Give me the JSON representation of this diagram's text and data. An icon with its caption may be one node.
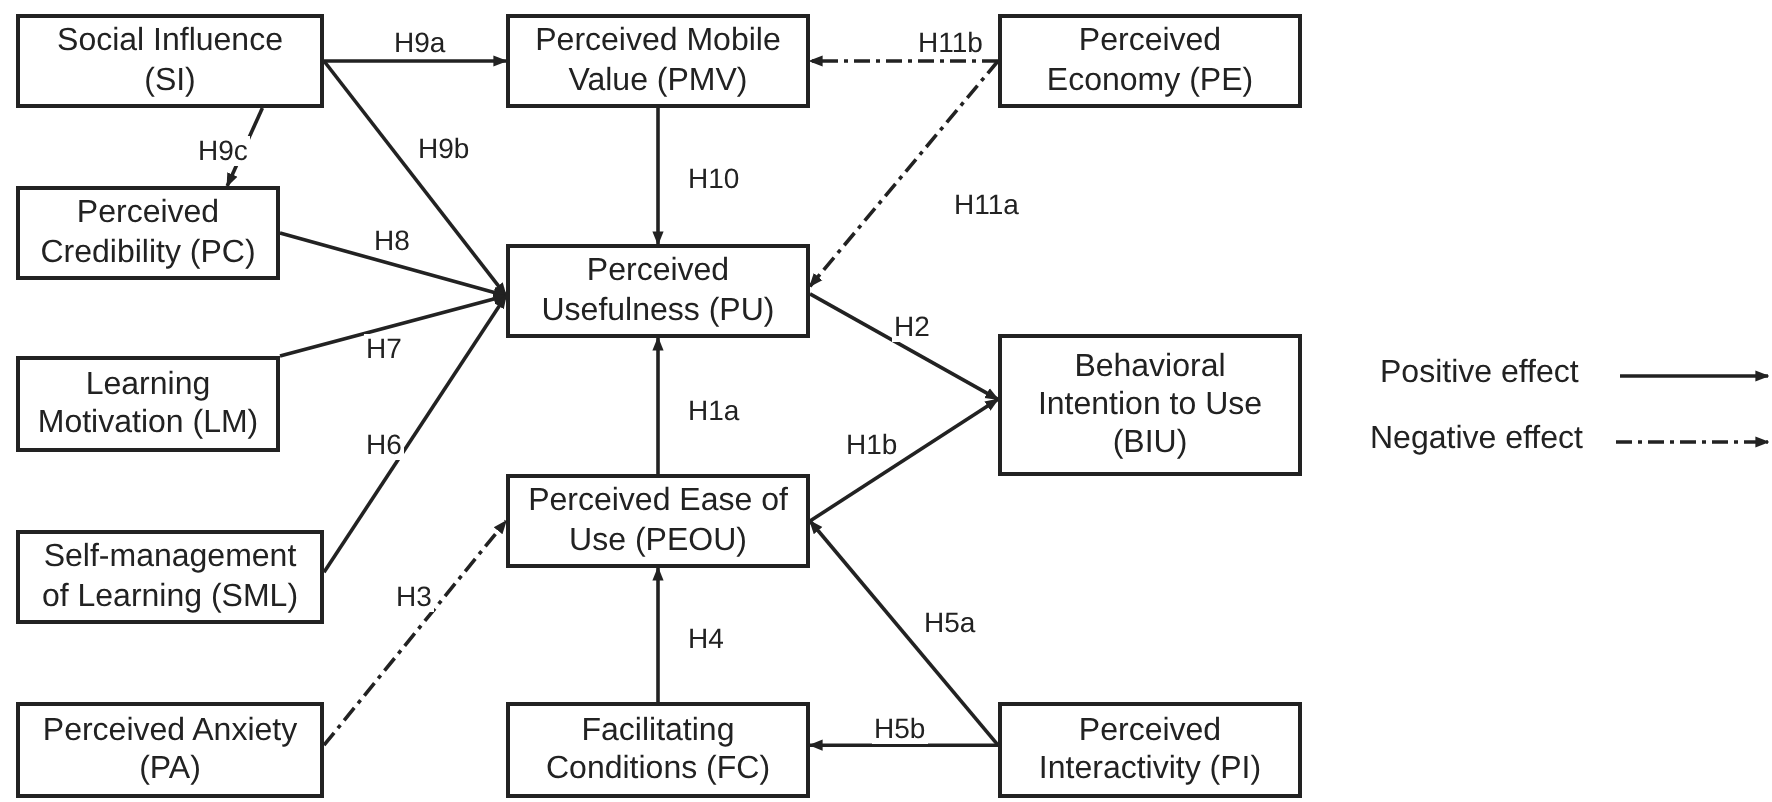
{
  "diagram": {
    "nodes": [
      {
        "text": [
          "Social Influence (SI)"
        ]
      },
      {
        "text": [
          "Perceived Mobile Value (PMV)"
        ]
      },
      {
        "text": [
          "Perceived Economy (PE)"
        ]
      },
      {
        "text": [
          "Perceived Credibility (PC)"
        ]
      },
      {
        "text": [
          "Perceived Usefulness (PU)"
        ]
      },
      {
        "text": [
          "Learning Motivation (LM)"
        ]
      },
      {
        "text": [
          "Behavioral Intention to Use (BIU)"
        ]
      },
      {
        "text": [
          "Perceived Ease of Use (PEOU)"
        ]
      },
      {
        "text": [
          "Self-management of Learning (SML)"
        ]
      },
      {
        "text": [
          "Perceived Anxiety (PA)"
        ]
      },
      {
        "text": [
          "Facilitating Conditions (FC)"
        ]
      },
      {
        "text": [
          "Perceived Interactivity (PI)"
        ]
      }
    ],
    "edges": [
      {
        "from": 0,
        "to": 1,
        "arrow": "to",
        "label": "H9a"
      },
      {
        "from": 2,
        "to": 1,
        "arrow": "to",
        "label": "H11b",
        "style": "dashed"
      },
      {
        "from": 0,
        "to": 3,
        "arrow": "to",
        "label": "H9c"
      },
      {
        "from": 0,
        "to": 4,
        "arrow": "to",
        "label": "H9b"
      },
      {
        "from": 1,
        "to": 4,
        "arrow": "to",
        "label": "H10"
      },
      {
        "from": 2,
        "to": 4,
        "arrow": "to",
        "label": "H11a",
        "style": "dashed"
      },
      {
        "from": 3,
        "to": 4,
        "arrow": "to",
        "label": "H8"
      },
      {
        "from": 5,
        "to": 4,
        "arrow": "to",
        "label": "H7"
      },
      {
        "from": 8,
        "to": 4,
        "arrow": "to",
        "label": "H6"
      },
      {
        "from": 4,
        "to": 6,
        "arrow": "to",
        "label": "H2"
      },
      {
        "from": 7,
        "to": 4,
        "arrow": "to",
        "label": "H1a"
      },
      {
        "from": 7,
        "to": 6,
        "arrow": "to",
        "label": "H1b"
      },
      {
        "from": 9,
        "to": 7,
        "arrow": "to",
        "label": "H3",
        "style": "dashed"
      },
      {
        "from": 10,
        "to": 7,
        "arrow": "to",
        "label": "H4"
      },
      {
        "from": 11,
        "to": 7,
        "arrow": "to",
        "label": "H5a"
      },
      {
        "from": 11,
        "to": 10,
        "arrow": "to",
        "label": "H5b"
      }
    ],
    "legend": [
      {
        "text": "Positive effect"
      },
      {
        "text": "Negative effect"
      }
    ]
  }
}
